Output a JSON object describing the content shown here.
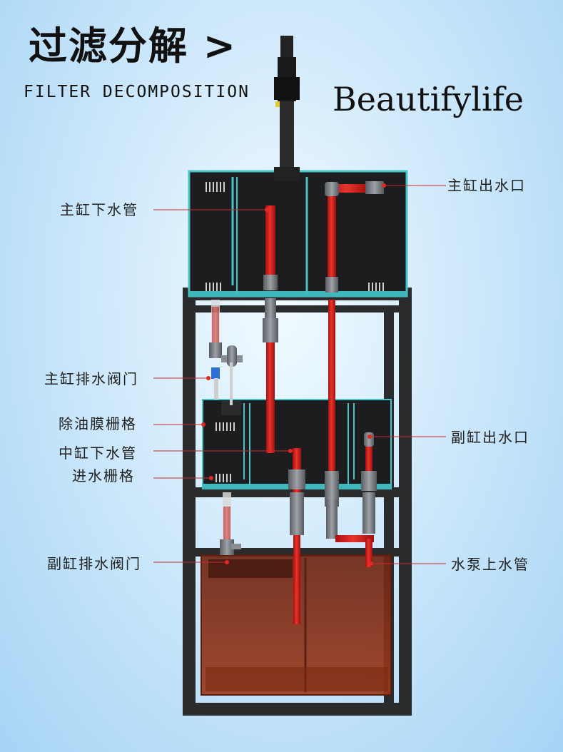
{
  "header": {
    "title_cn": "过滤分解 >",
    "title_en": "FILTER DECOMPOSITION",
    "brand": "Beautifylife"
  },
  "callouts": {
    "main_tank_outlet": "主缸出水口",
    "main_tank_downpipe": "主缸下水管",
    "main_tank_drain_valve": "主缸排水阀门",
    "oil_film_grille": "除油膜栅格",
    "middle_tank_downpipe": "中缸下水管",
    "inlet_grille": "进水栅格",
    "sub_tank_outlet": "副缸出水口",
    "sub_tank_drain_valve": "副缸排水阀门",
    "pump_riser_pipe": "水泵上水管"
  },
  "colors": {
    "pipe_red": "#d8221e",
    "pipe_grey": "#7b7f86",
    "glass_edge": "#46c4c8",
    "frame": "#2a2b2d",
    "tank_dark": "#1d1d1f",
    "sump_amber": "#8a3018",
    "callout_line": "#c92a2a"
  },
  "icons": [
    "protein-skimmer-icon",
    "valve-icon"
  ]
}
